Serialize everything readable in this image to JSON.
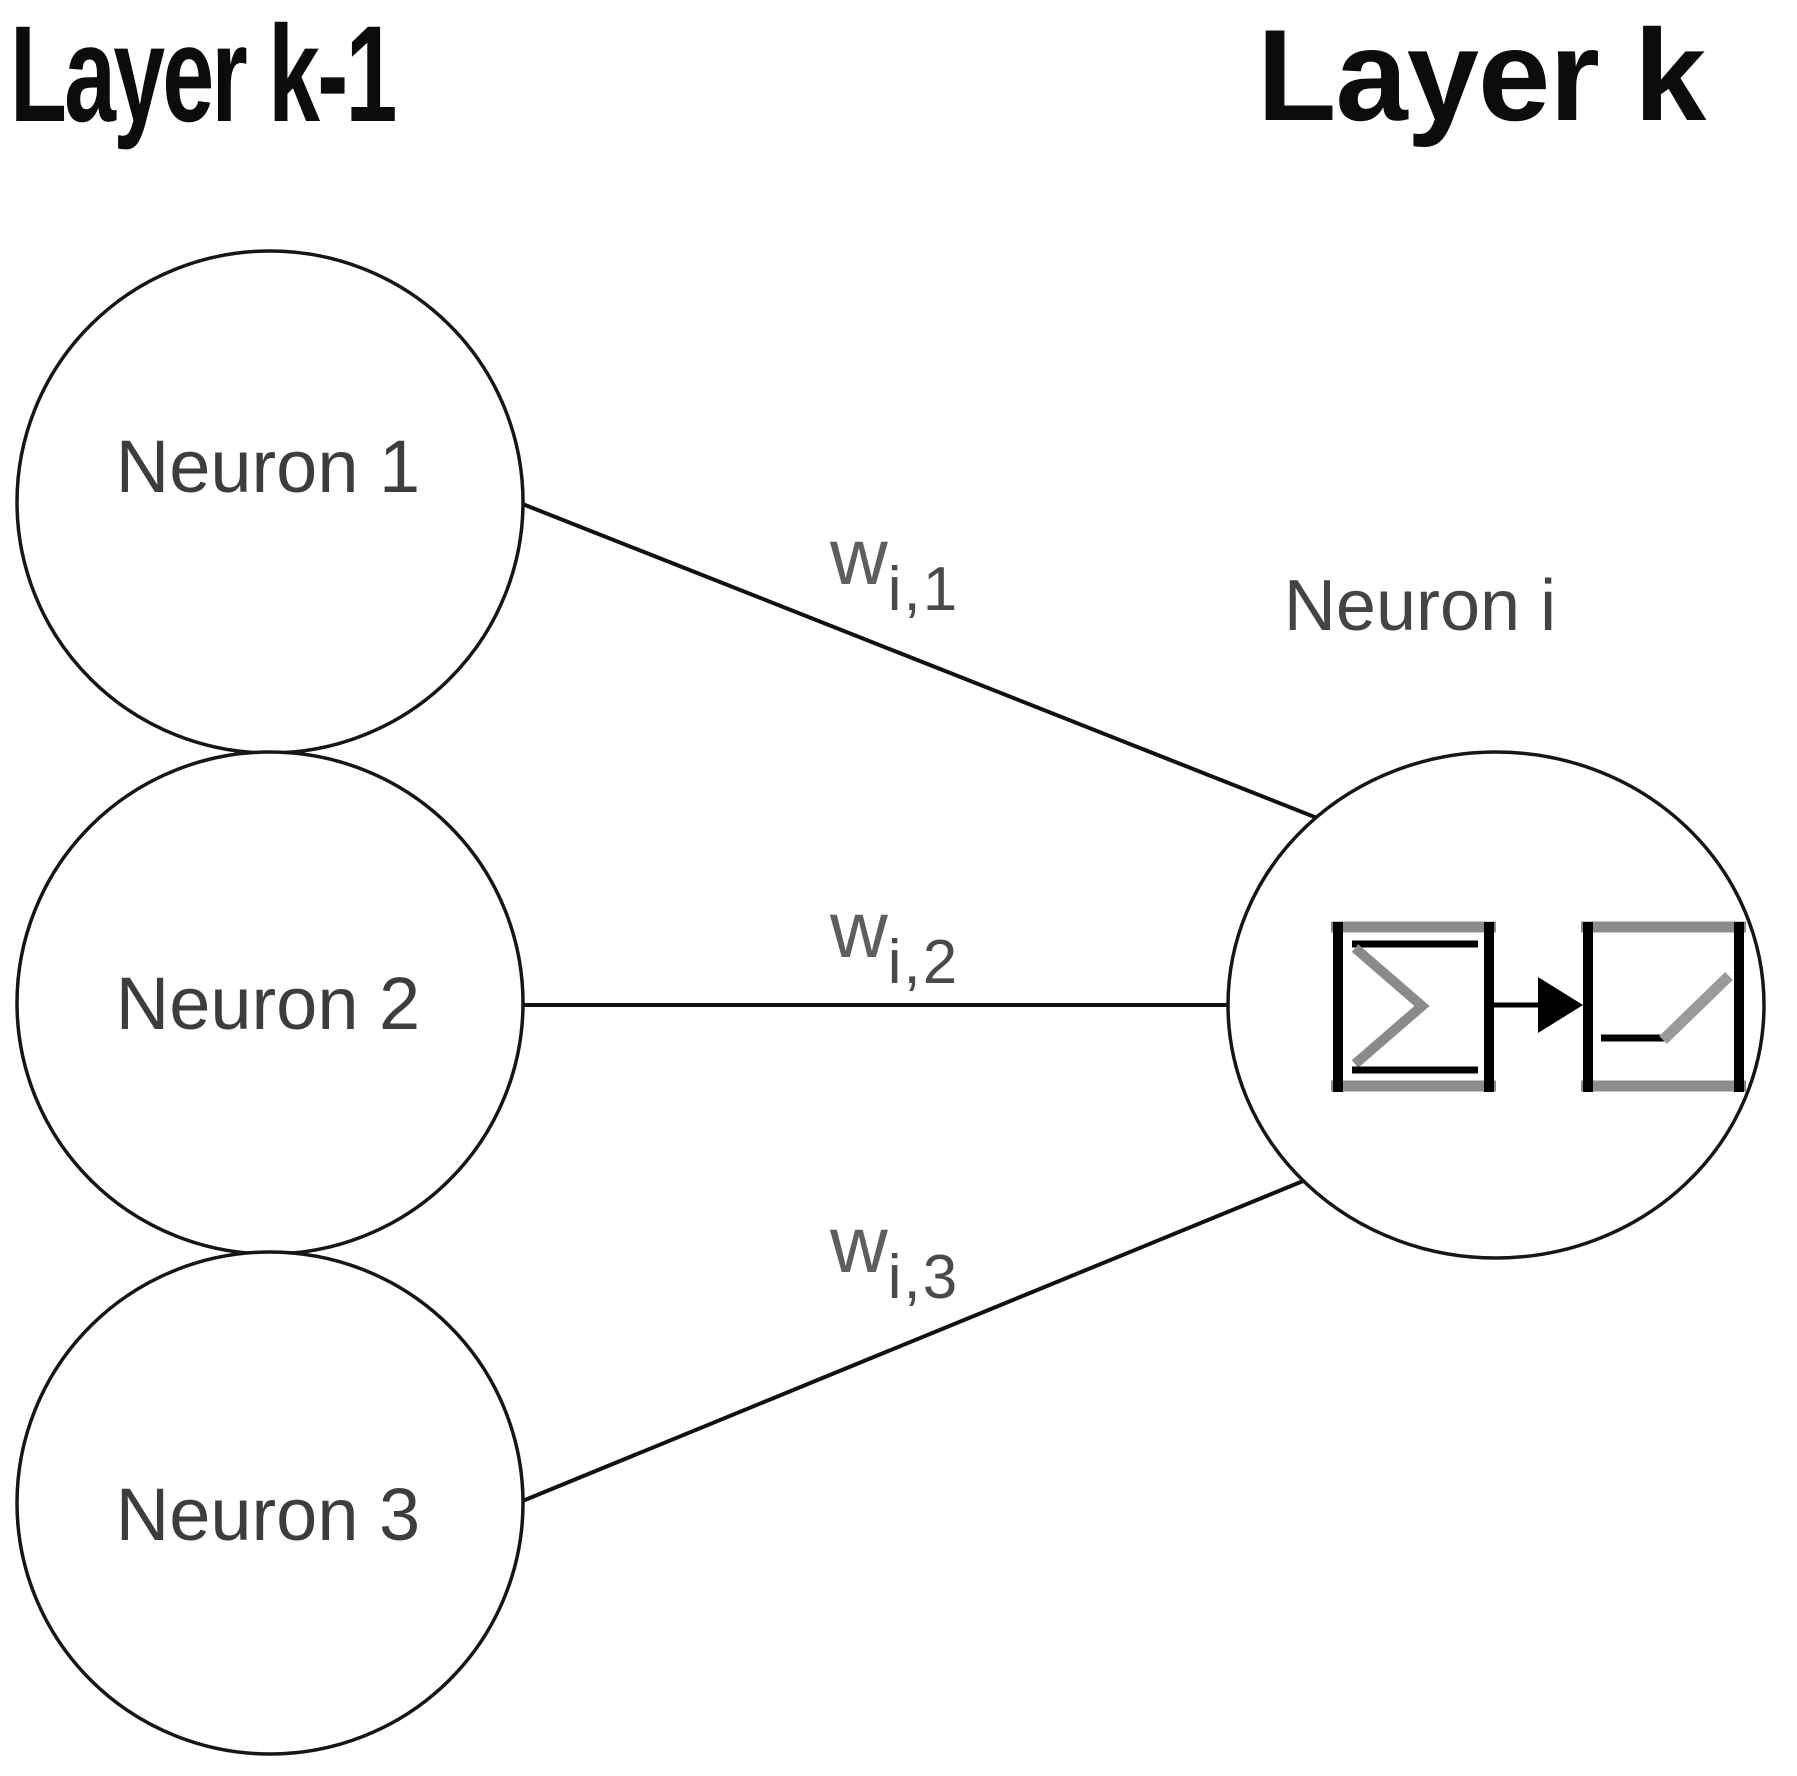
{
  "titles": {
    "left": "Layer k-1",
    "right": "Layer k"
  },
  "layers": {
    "left": {
      "title": "Layer k-1",
      "neurons": [
        {
          "label": "Neuron 1"
        },
        {
          "label": "Neuron 2"
        },
        {
          "label": "Neuron 3"
        }
      ]
    },
    "right": {
      "title": "Layer k",
      "neuron": {
        "label": "Neuron i"
      }
    }
  },
  "connections": [
    {
      "from": "Neuron 1",
      "to": "Neuron i",
      "weight_base": "w",
      "weight_sub": "i,1"
    },
    {
      "from": "Neuron 2",
      "to": "Neuron i",
      "weight_base": "w",
      "weight_sub": "i,2"
    },
    {
      "from": "Neuron 3",
      "to": "Neuron i",
      "weight_base": "w",
      "weight_sub": "i,3"
    }
  ],
  "neuron_i_internals": {
    "summation_icon": "sigma-icon",
    "flow_icon": "arrow-right-icon",
    "activation_icon": "relu-activation-icon"
  },
  "colors": {
    "background": "#ffffff",
    "stroke_dark": "#161616",
    "line_black": "#111111",
    "box_border_gray": "#8c8c8c",
    "label_gray": "#3d3d3d",
    "weight_gray": "#5e5e5e"
  }
}
